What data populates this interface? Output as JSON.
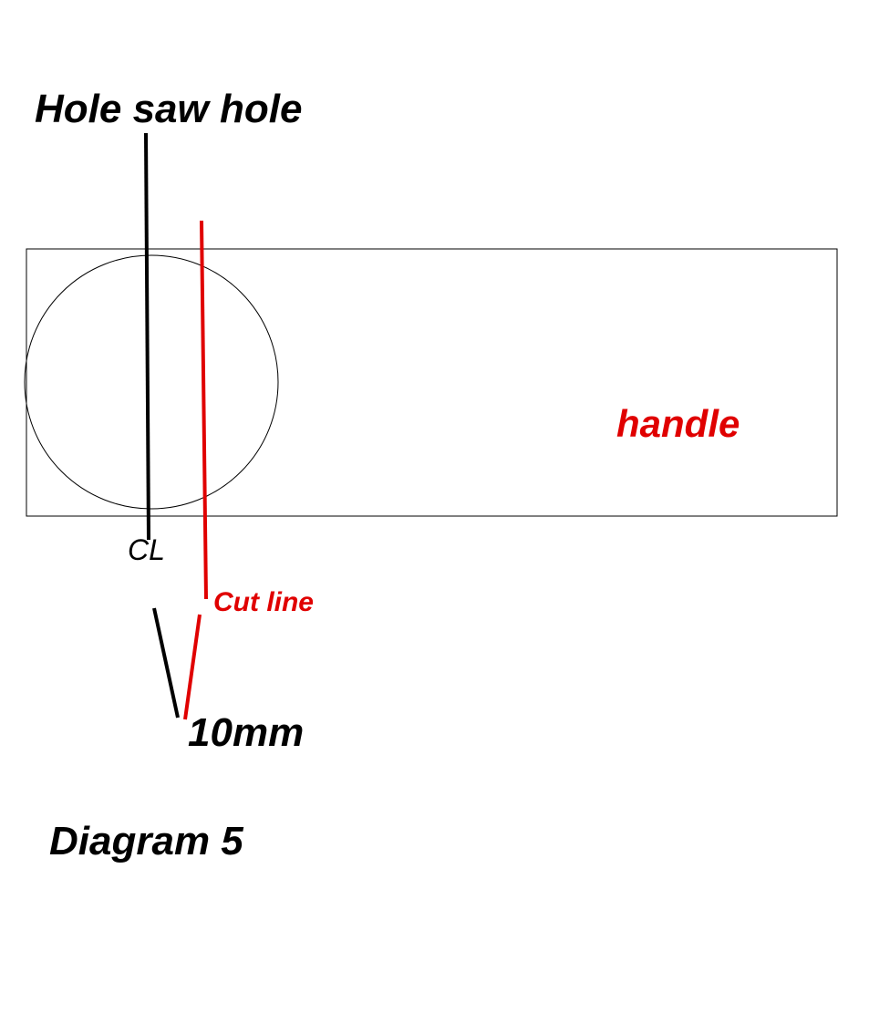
{
  "diagram": {
    "title_top": "Hole saw hole",
    "handle_label": "handle",
    "centerline_label": "CL",
    "cut_line_label": "Cut line",
    "offset_label": "10mm",
    "caption": "Diagram 5",
    "colors": {
      "black": "#000000",
      "red": "#e00000",
      "outline": "#000000",
      "background": "#ffffff"
    }
  }
}
